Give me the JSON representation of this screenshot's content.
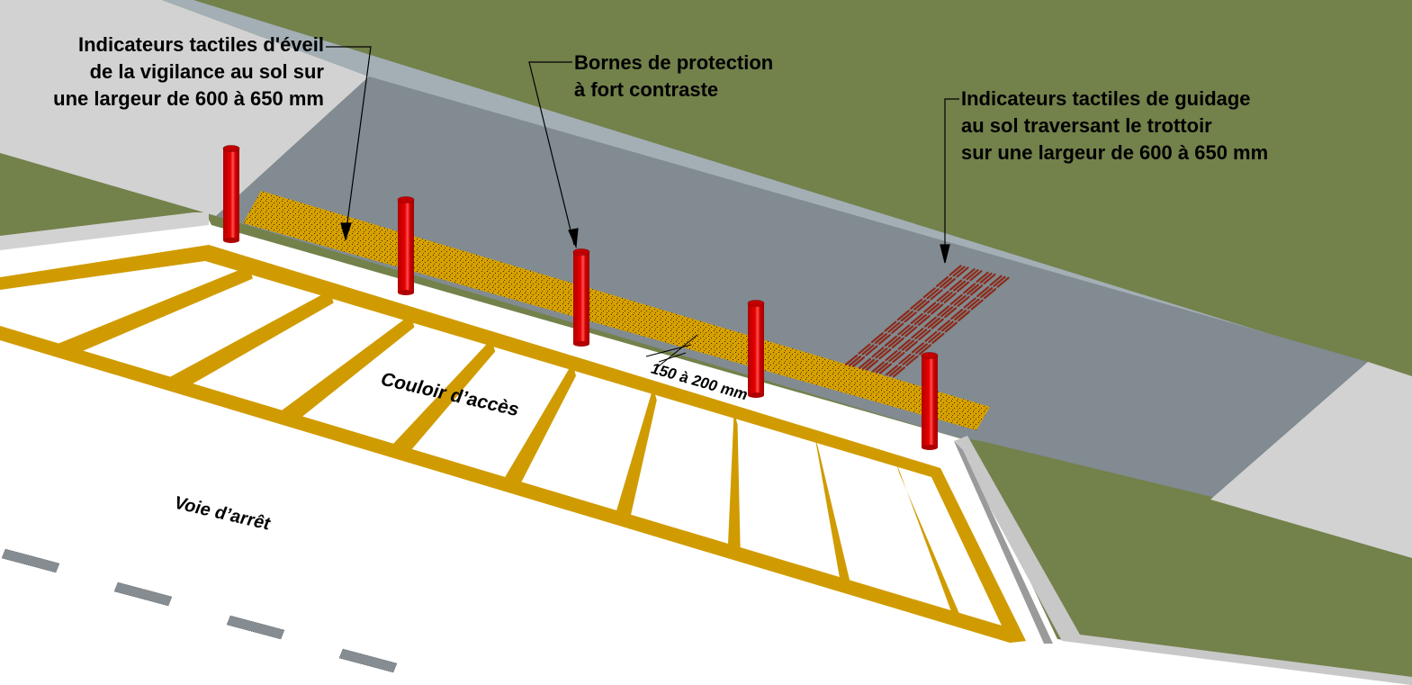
{
  "diagram": {
    "title": "Aménagement d'un couloir d'accès à une voie d'arrêt",
    "callouts": {
      "eveil_vigilance": {
        "lines": [
          "Indicateurs tactiles d'éveil",
          "de la vigilance au sol sur",
          "une largeur de 600 à 650 mm"
        ]
      },
      "bornes": {
        "lines": [
          "Bornes de protection",
          "à fort contraste"
        ]
      },
      "guidage": {
        "lines": [
          "Indicateurs tactiles de guidage",
          "au sol traversant le trottoir",
          "sur une largeur de 600 à 650 mm"
        ]
      }
    },
    "floor_labels": {
      "couloir": "Couloir d’accès",
      "voie": "Voie d’arrêt",
      "dimension": "150 à 200 mm"
    },
    "elements": {
      "bollard_count": 5,
      "hatch_stripe_count": 9,
      "lane_dash_count": 4
    },
    "colors": {
      "grass": "#73814b",
      "sidewalk_light": "#d2d2d2",
      "sidewalk_dark": "#818b91",
      "curb_top": "#a3afb5",
      "pavement": "#ffffff",
      "hatch_yellow": "#d09b00",
      "tactile_yellow": "#d6a000",
      "guidance_red": "#8b2a1a",
      "bollard_red": "#dd0000",
      "lane_dash": "#858d92"
    }
  }
}
